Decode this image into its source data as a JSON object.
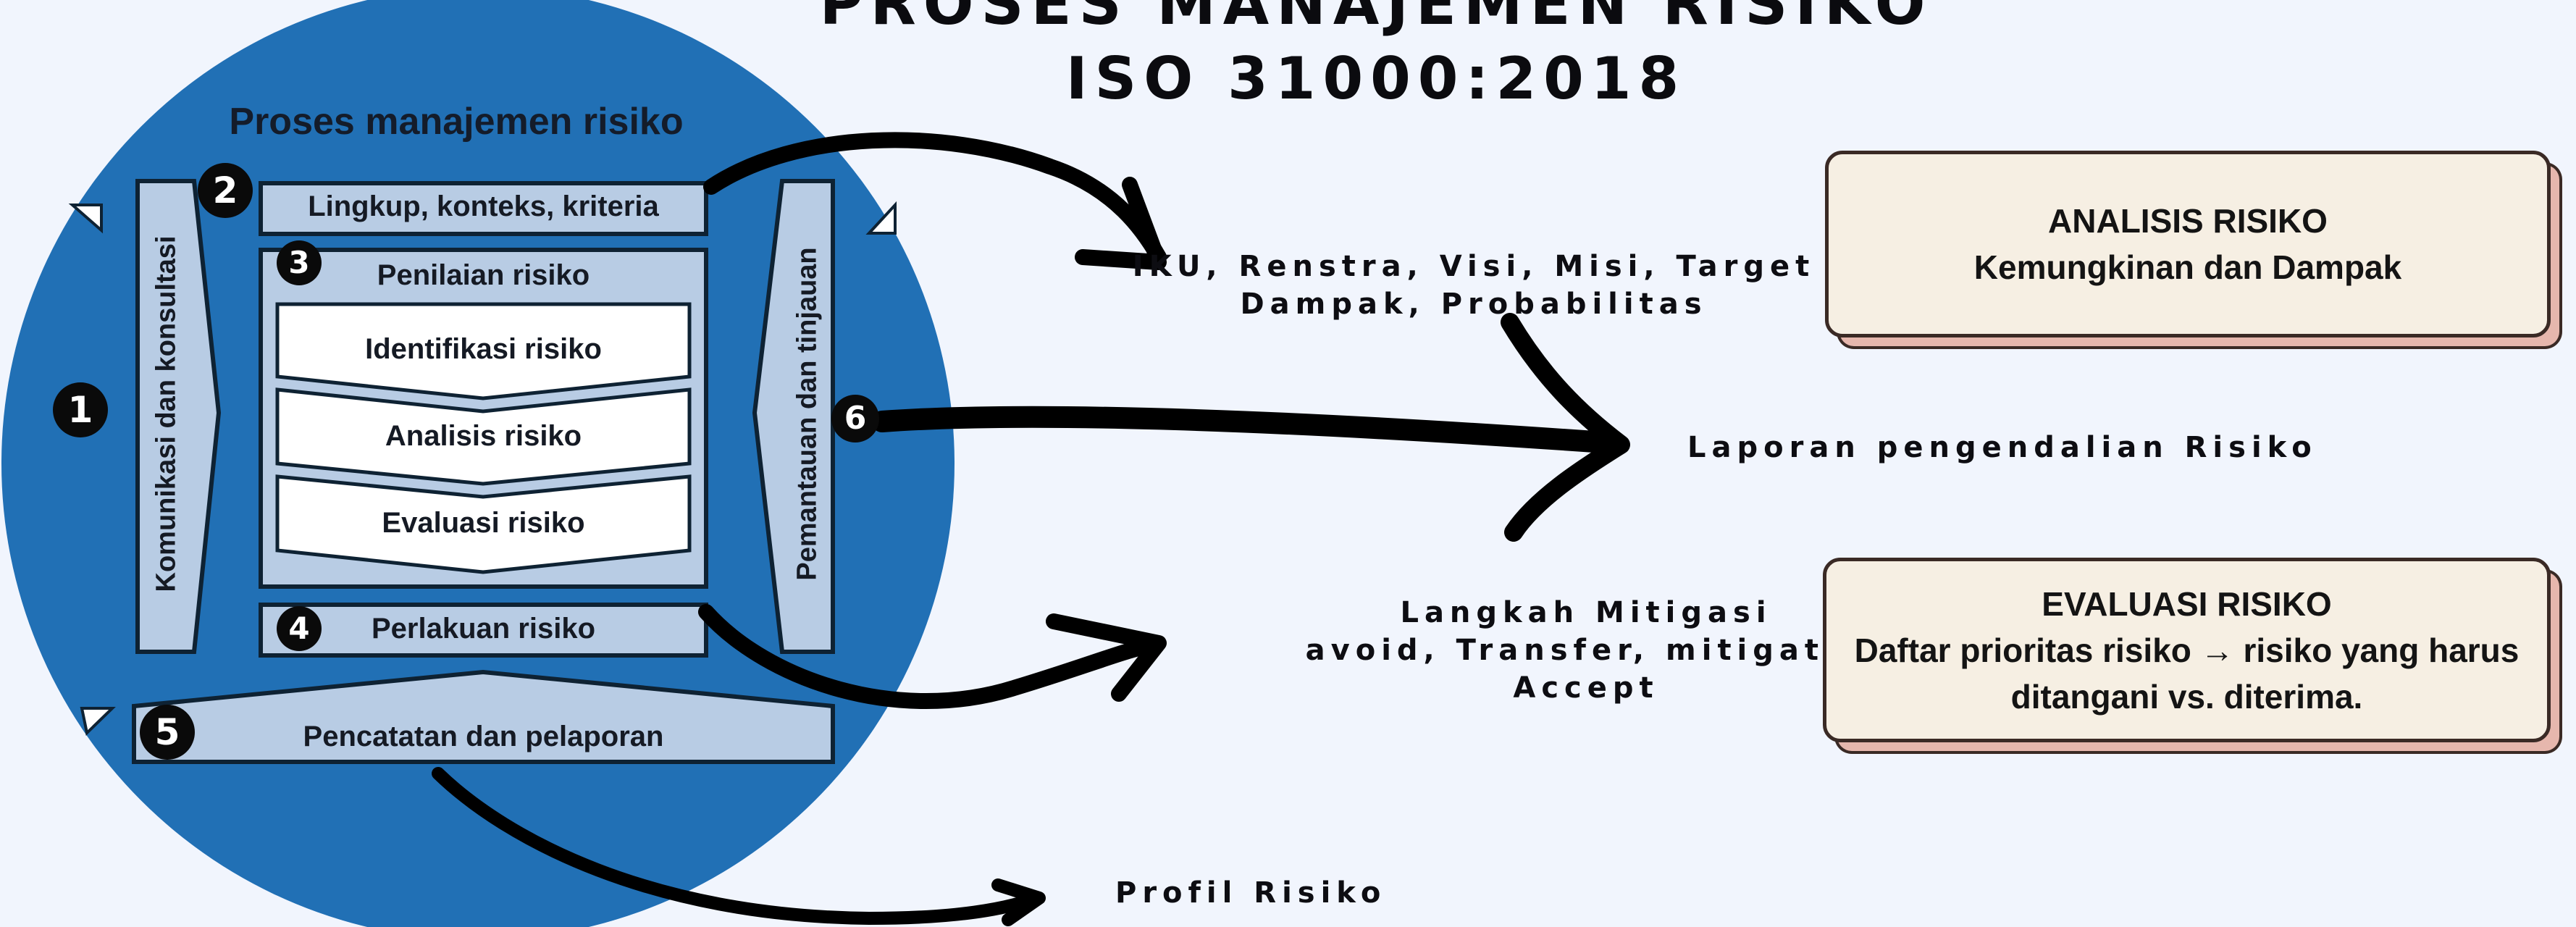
{
  "title": {
    "line1": "PROSES MANAJEMEN RISIKO",
    "line2": "ISO 31000:2018"
  },
  "cycle": {
    "heading": "Proses manajemen risiko",
    "scope": "Lingkup, konteks, kriteria",
    "assessment": "Penilaian risiko",
    "identification": "Identifikasi risiko",
    "analysis": "Analisis risiko",
    "evaluation": "Evaluasi risiko",
    "treatment": "Perlakuan risiko",
    "recording": "Pencatatan dan pelaporan",
    "communication": "Komunikasi dan konsultasi",
    "monitoring": "Pemantauan dan tinjauan",
    "numbers": [
      "1",
      "2",
      "3",
      "4",
      "5",
      "6"
    ]
  },
  "notes": {
    "context_line1": "IKU, Renstra, Visi, Misi, Target",
    "context_line2": "Dampak, Probabilitas",
    "report": "Laporan pengendalian Risiko",
    "mitigation_line1": "Langkah Mitigasi",
    "mitigation_line2": "avoid, Transfer, mitigate,",
    "mitigation_line3": "Accept",
    "profile": "Profil Risiko"
  },
  "cards": {
    "analysis_title": "ANALISIS RISIKO",
    "analysis_text": "Kemungkinan dan Dampak",
    "evaluation_title": "EVALUASI RISIKO",
    "evaluation_text_line1": "Daftar prioritas risiko → risiko yang harus",
    "evaluation_text_line2": "ditangani vs. diterima."
  },
  "colors": {
    "background": "#f1f5fd",
    "circle": "#2170b5",
    "box": "#b8cce4",
    "card": "#f6efe3",
    "card_shadow": "#e6b7ad",
    "arrow": "#000000"
  }
}
